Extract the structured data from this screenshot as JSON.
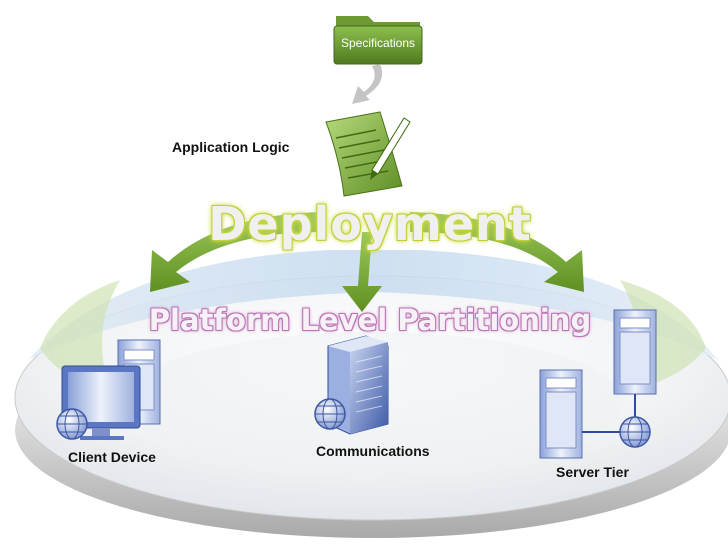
{
  "diagram": {
    "specifications_label": "Specifications",
    "application_logic_label": "Application Logic",
    "deployment_title": "Deployment",
    "partitioning_title": "Platform Level Partitioning",
    "nodes": {
      "client": "Client Device",
      "communications": "Communications",
      "server": "Server Tier"
    }
  },
  "colors": {
    "folder_green": "#5f8a2a",
    "arrow_green": "#7aa63a",
    "deploy_glow": "#c7d63a",
    "partition_glow": "#c07ab8",
    "disc_blue": "#d7e6f4",
    "server_blue": "#6f88c9"
  },
  "icons": [
    "folder-icon",
    "curved-arrow-icon",
    "document-pen-icon",
    "monitor-icon",
    "server-tower-icon",
    "globe-icon"
  ]
}
